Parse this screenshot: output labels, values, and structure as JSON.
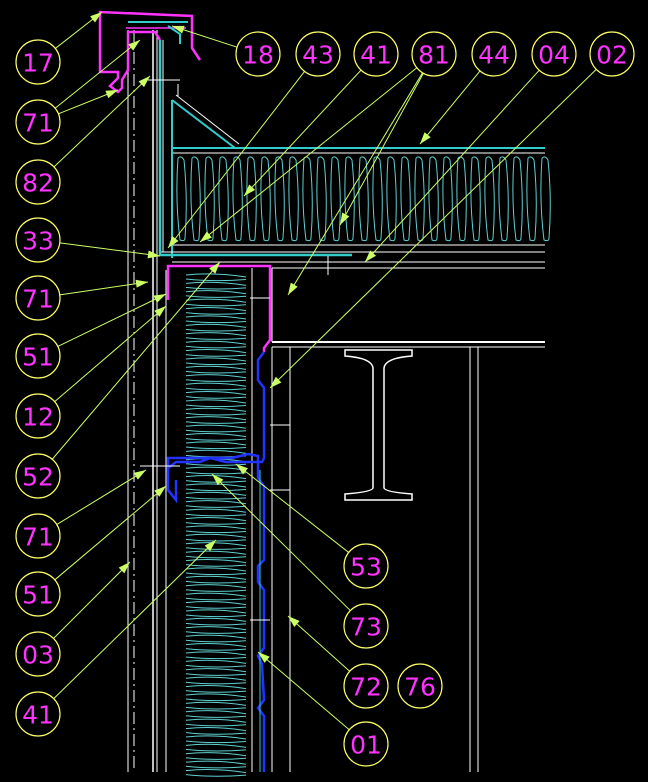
{
  "colors": {
    "background": "#000000",
    "bubble_circle": "#ffff66",
    "bubble_text": "#ff33ff",
    "leader": "#ccff66",
    "magenta_flashing": "#ff33ff",
    "blue_liner": "#2233ff",
    "cyan_membrane": "#33cccc",
    "insulation": "#5fd0d0",
    "steel": "#ffffff"
  },
  "callouts": [
    {
      "id": "17",
      "label": "17"
    },
    {
      "id": "18",
      "label": "18"
    },
    {
      "id": "43",
      "label": "43"
    },
    {
      "id": "41a",
      "label": "41"
    },
    {
      "id": "81",
      "label": "81"
    },
    {
      "id": "44",
      "label": "44"
    },
    {
      "id": "04",
      "label": "04"
    },
    {
      "id": "02",
      "label": "02"
    },
    {
      "id": "71a",
      "label": "71"
    },
    {
      "id": "82",
      "label": "82"
    },
    {
      "id": "33",
      "label": "33"
    },
    {
      "id": "71b",
      "label": "71"
    },
    {
      "id": "51a",
      "label": "51"
    },
    {
      "id": "12",
      "label": "12"
    },
    {
      "id": "52",
      "label": "52"
    },
    {
      "id": "71c",
      "label": "71"
    },
    {
      "id": "51b",
      "label": "51"
    },
    {
      "id": "03",
      "label": "03"
    },
    {
      "id": "41b",
      "label": "41"
    },
    {
      "id": "53",
      "label": "53"
    },
    {
      "id": "73",
      "label": "73"
    },
    {
      "id": "72",
      "label": "72"
    },
    {
      "id": "76",
      "label": "76"
    },
    {
      "id": "01",
      "label": "01"
    }
  ]
}
